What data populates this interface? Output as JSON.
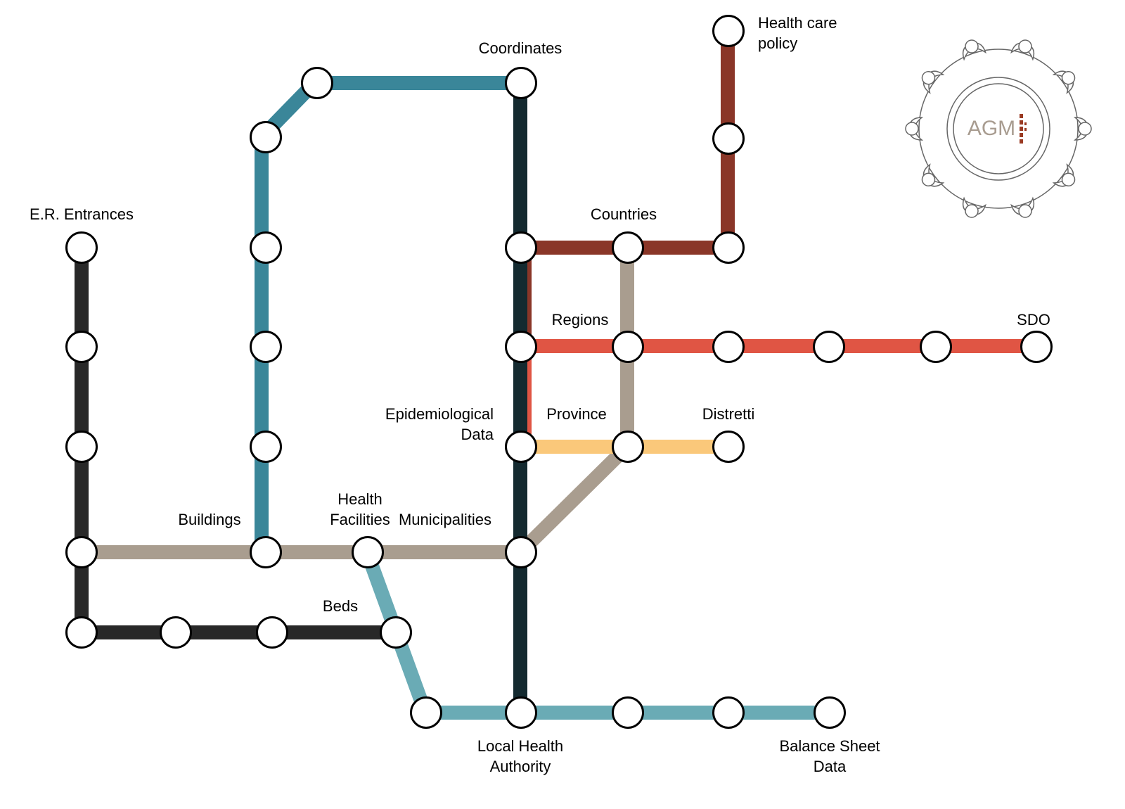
{
  "colors": {
    "background": "#ffffff",
    "station_fill": "#ffffff",
    "station_stroke": "#000000",
    "logo_stroke": "#666666",
    "logo_text": "#a89c90",
    "logo_accent": "#9a3a22"
  },
  "lines": [
    {
      "id": "er-line",
      "color": "#282828"
    },
    {
      "id": "buildings-line",
      "color": "#3a8699"
    },
    {
      "id": "coordinates-line",
      "color": "#142a30"
    },
    {
      "id": "health-policy-line",
      "color": "#8a3628"
    },
    {
      "id": "regions-line",
      "color": "#e05544"
    },
    {
      "id": "province-line",
      "color": "#fac87a"
    },
    {
      "id": "countries-line",
      "color": "#a99d8f"
    },
    {
      "id": "balance-line",
      "color": "#6aabb5"
    }
  ],
  "labels": {
    "health_care_policy": [
      "Health care",
      "policy"
    ],
    "coordinates": "Coordinates",
    "er_entrances": "E.R. Entrances",
    "countries": "Countries",
    "regions": "Regions",
    "sdo": "SDO",
    "epidemiological_data": [
      "Epidemiological",
      "Data"
    ],
    "province": "Province",
    "distretti": "Distretti",
    "buildings": "Buildings",
    "health_facilities": [
      "Health",
      "Facilities"
    ],
    "municipalities": "Municipalities",
    "beds": "Beds",
    "local_health_authority": [
      "Local Health",
      "Authority"
    ],
    "balance_sheet_data": [
      "Balance Sheet",
      "Data"
    ]
  },
  "logo": {
    "text": "AGM"
  }
}
